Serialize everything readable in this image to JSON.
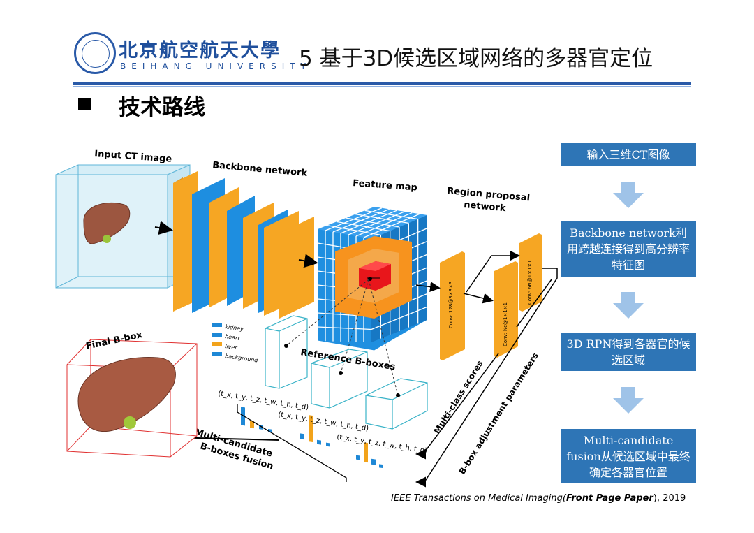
{
  "header": {
    "logo_zh": "北京航空航天大學",
    "logo_en": "BEIHANG UNIVERSITY",
    "title": "5 基于3D候选区域网络的多器官定位"
  },
  "section_title": "技术路线",
  "diagram": {
    "labels": {
      "input": "Input CT image",
      "backbone": "Backbone network",
      "feature_map": "Feature map",
      "rpn_line1": "Region proposal",
      "rpn_line2": "network",
      "final_bbox": "Final B-box",
      "reference": "Reference B-boxes",
      "multiclass": "Multi-class scores",
      "bbox_adj": "B-box adjustment parameters",
      "fusion_line1": "Multi-candidate",
      "fusion_line2": "B-boxes fusion",
      "conv1": "Conv: 128@3×3×3",
      "conv2": "Conv: Nc@1×1×1",
      "conv3": "Conv: 6N@1×1×1",
      "params1": "(t_x, t_y, t_z, t_w, t_h, t_d)",
      "params2": "(t_x, t_y, t_z, t_w, t_h, t_d)",
      "params3": "(t_x, t_y, t_z, t_w, t_h, t_d)"
    },
    "legend": [
      {
        "label": "kidney",
        "color": "#1e88d6"
      },
      {
        "label": "heart",
        "color": "#1e88d6"
      },
      {
        "label": "liver",
        "color": "#f2a31b"
      },
      {
        "label": "background",
        "color": "#1e88d6"
      }
    ],
    "colors": {
      "orange": "#f6a623",
      "blue": "#1e8ee0",
      "red": "#e8161b",
      "step_blue": "#2e75b6",
      "arrow_light": "#9fc3e8"
    }
  },
  "steps": [
    {
      "text": "输入三维CT图像"
    },
    {
      "text": "Backbone network利用跨越连接得到高分辨率特征图"
    },
    {
      "text": "3D RPN得到各器官的候选区域"
    },
    {
      "text": "Multi-candidate fusion从候选区域中最终确定各器官位置"
    }
  ],
  "citation": {
    "journal": "IEEE Transactions on Medical Imaging(",
    "bold": "Front Page Paper",
    "tail": "), 2019"
  }
}
